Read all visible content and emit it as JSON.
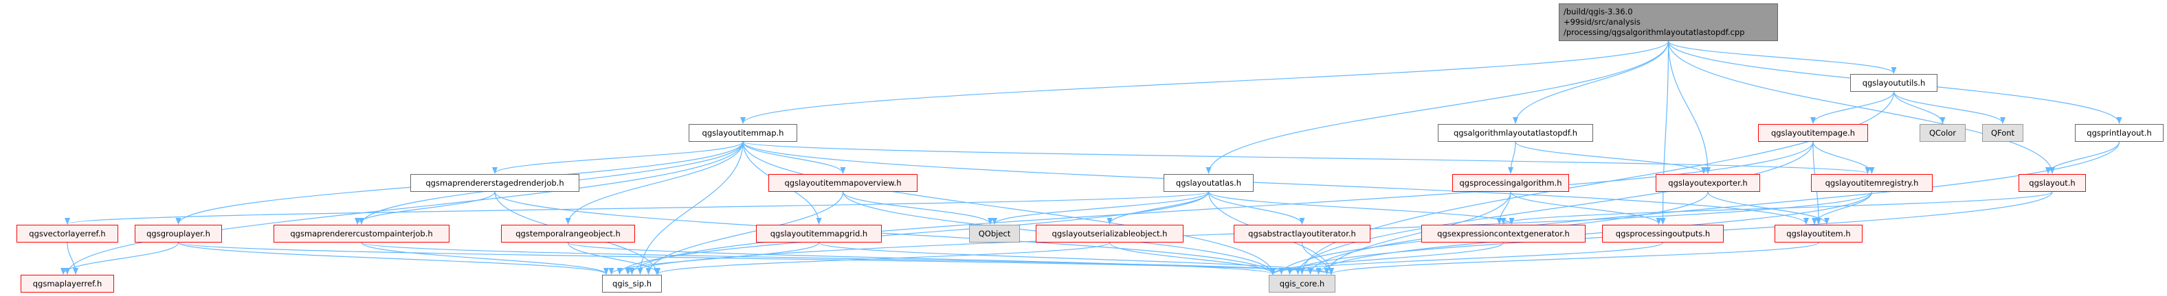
{
  "graph": {
    "main": {
      "lines": [
        "/build/qgis-3.36.0",
        "+99sid/src/analysis",
        "/processing/qgsalgorithmlayoutatlastopdf.cpp"
      ]
    },
    "nodes": {
      "layoutitemmap": "qgslayoutitemmap.h",
      "algorithmlayoutatlastopdf": "qgsalgorithmlayoutatlastopdf.h",
      "layoututils": "qgslayoututils.h",
      "layoutitempage": "qgslayoutitempage.h",
      "qcolor": "QColor",
      "qfont": "QFont",
      "printlayout": "qgsprintlayout.h",
      "stagedrenderjob": "qgsmaprendererstagedrenderjob.h",
      "mapoverview": "qgslayoutitemmapoverview.h",
      "layoutatlas": "qgslayoutatlas.h",
      "processingalgorithm": "qgsprocessingalgorithm.h",
      "layoutexporter": "qgslayoutexporter.h",
      "layoutitemregistry": "qgslayoutitemregistry.h",
      "layout": "qgslayout.h",
      "vectorlayerref": "qgsvectorlayerref.h",
      "grouplayer": "qgsgrouplayer.h",
      "custompainterjob": "qgsmaprenderercustompainterjob.h",
      "temporalrangeobject": "qgstemporalrangeobject.h",
      "mapgrid": "qgslayoutitemmapgrid.h",
      "qobject": "QObject",
      "serializableobject": "qgslayoutserializableobject.h",
      "abstractlayoutiterator": "qgsabstractlayoutiterator.h",
      "expressioncontextgenerator": "qgsexpressioncontextgenerator.h",
      "processingoutputs": "qgsprocessingoutputs.h",
      "layoutitem": "qgslayoutitem.h",
      "maplayerref": "qgsmaplayerref.h",
      "qgis_sip": "qgis_sip.h",
      "qgis_core": "qgis_core.h"
    },
    "edges": [
      [
        "main",
        "layoutitemmap"
      ],
      [
        "main",
        "layoutatlas"
      ],
      [
        "main",
        "algorithmlayoutatlastopdf"
      ],
      [
        "main",
        "processingoutputs"
      ],
      [
        "main",
        "layoutexporter"
      ],
      [
        "main",
        "layoututils"
      ],
      [
        "main",
        "layout"
      ],
      [
        "main",
        "printlayout"
      ],
      [
        "layoututils",
        "layoutitempage"
      ],
      [
        "layoututils",
        "qcolor"
      ],
      [
        "layoututils",
        "qfont"
      ],
      [
        "layoututils",
        "qgis_core"
      ],
      [
        "layoutitempage",
        "layoutitemregistry"
      ],
      [
        "layoutitempage",
        "layoutitem"
      ],
      [
        "layoutitempage",
        "qgis_core"
      ],
      [
        "layoutitempage",
        "qgis_sip"
      ],
      [
        "printlayout",
        "layout"
      ],
      [
        "printlayout",
        "qgis_core"
      ],
      [
        "layout",
        "expressioncontextgenerator"
      ],
      [
        "layout",
        "qgis_core"
      ],
      [
        "layoutitemregistry",
        "layoutitem"
      ],
      [
        "layoutitemregistry",
        "qgis_core"
      ],
      [
        "layoutitemregistry",
        "qgis_sip"
      ],
      [
        "layoutexporter",
        "layoutitem"
      ],
      [
        "layoutexporter",
        "qgis_core"
      ],
      [
        "algorithmlayoutatlastopdf",
        "processingalgorithm"
      ],
      [
        "algorithmlayoutatlastopdf",
        "layoutexporter"
      ],
      [
        "processingalgorithm",
        "expressioncontextgenerator"
      ],
      [
        "processingalgorithm",
        "processingoutputs"
      ],
      [
        "processingalgorithm",
        "qgis_core"
      ],
      [
        "processingoutputs",
        "qgis_core"
      ],
      [
        "layoutitem",
        "qgis_core"
      ],
      [
        "layoutitemmap",
        "mapoverview"
      ],
      [
        "layoutitemmap",
        "mapgrid"
      ],
      [
        "layoutitemmap",
        "qgis_core"
      ],
      [
        "layoutitemmap",
        "qgis_sip"
      ],
      [
        "layoutitemmap",
        "stagedrenderjob"
      ],
      [
        "layoutitemmap",
        "custompainterjob"
      ],
      [
        "layoutitemmap",
        "grouplayer"
      ],
      [
        "layoutitemmap",
        "maplayerref"
      ],
      [
        "layoutitemmap",
        "temporalrangeobject"
      ],
      [
        "layoutitemmap",
        "layoutitem"
      ],
      [
        "layoutitemmap",
        "layoutitemregistry"
      ],
      [
        "layoutatlas",
        "qobject"
      ],
      [
        "layoutatlas",
        "serializableobject"
      ],
      [
        "layoutatlas",
        "abstractlayoutiterator"
      ],
      [
        "layoutatlas",
        "qgis_core"
      ],
      [
        "layoutatlas",
        "expressioncontextgenerator"
      ],
      [
        "layoutatlas",
        "vectorlayerref"
      ],
      [
        "layoutatlas",
        "qgis_sip"
      ],
      [
        "mapoverview",
        "qobject"
      ],
      [
        "mapoverview",
        "qgis_core"
      ],
      [
        "mapoverview",
        "qgis_sip"
      ],
      [
        "mapgrid",
        "qgis_core"
      ],
      [
        "mapgrid",
        "qgis_sip"
      ],
      [
        "stagedrenderjob",
        "custompainterjob"
      ],
      [
        "stagedrenderjob",
        "qgis_sip"
      ],
      [
        "stagedrenderjob",
        "qgis_core"
      ],
      [
        "custompainterjob",
        "qgis_sip"
      ],
      [
        "custompainterjob",
        "qgis_core"
      ],
      [
        "temporalrangeobject",
        "qgis_sip"
      ],
      [
        "temporalrangeobject",
        "qgis_core"
      ],
      [
        "grouplayer",
        "maplayerref"
      ],
      [
        "grouplayer",
        "qgis_sip"
      ],
      [
        "grouplayer",
        "qgis_core"
      ],
      [
        "vectorlayerref",
        "maplayerref"
      ],
      [
        "serializableobject",
        "qgis_sip"
      ],
      [
        "serializableobject",
        "qgis_core"
      ],
      [
        "abstractlayoutiterator",
        "qgis_core"
      ],
      [
        "expressioncontextgenerator",
        "qgis_core"
      ]
    ]
  },
  "colors": {
    "edge": "#63b8ff",
    "main_fill": "#999999",
    "red_border": "#ff0000",
    "red_fill": "#fff0f0",
    "gray_fill": "#e0e0e0"
  }
}
